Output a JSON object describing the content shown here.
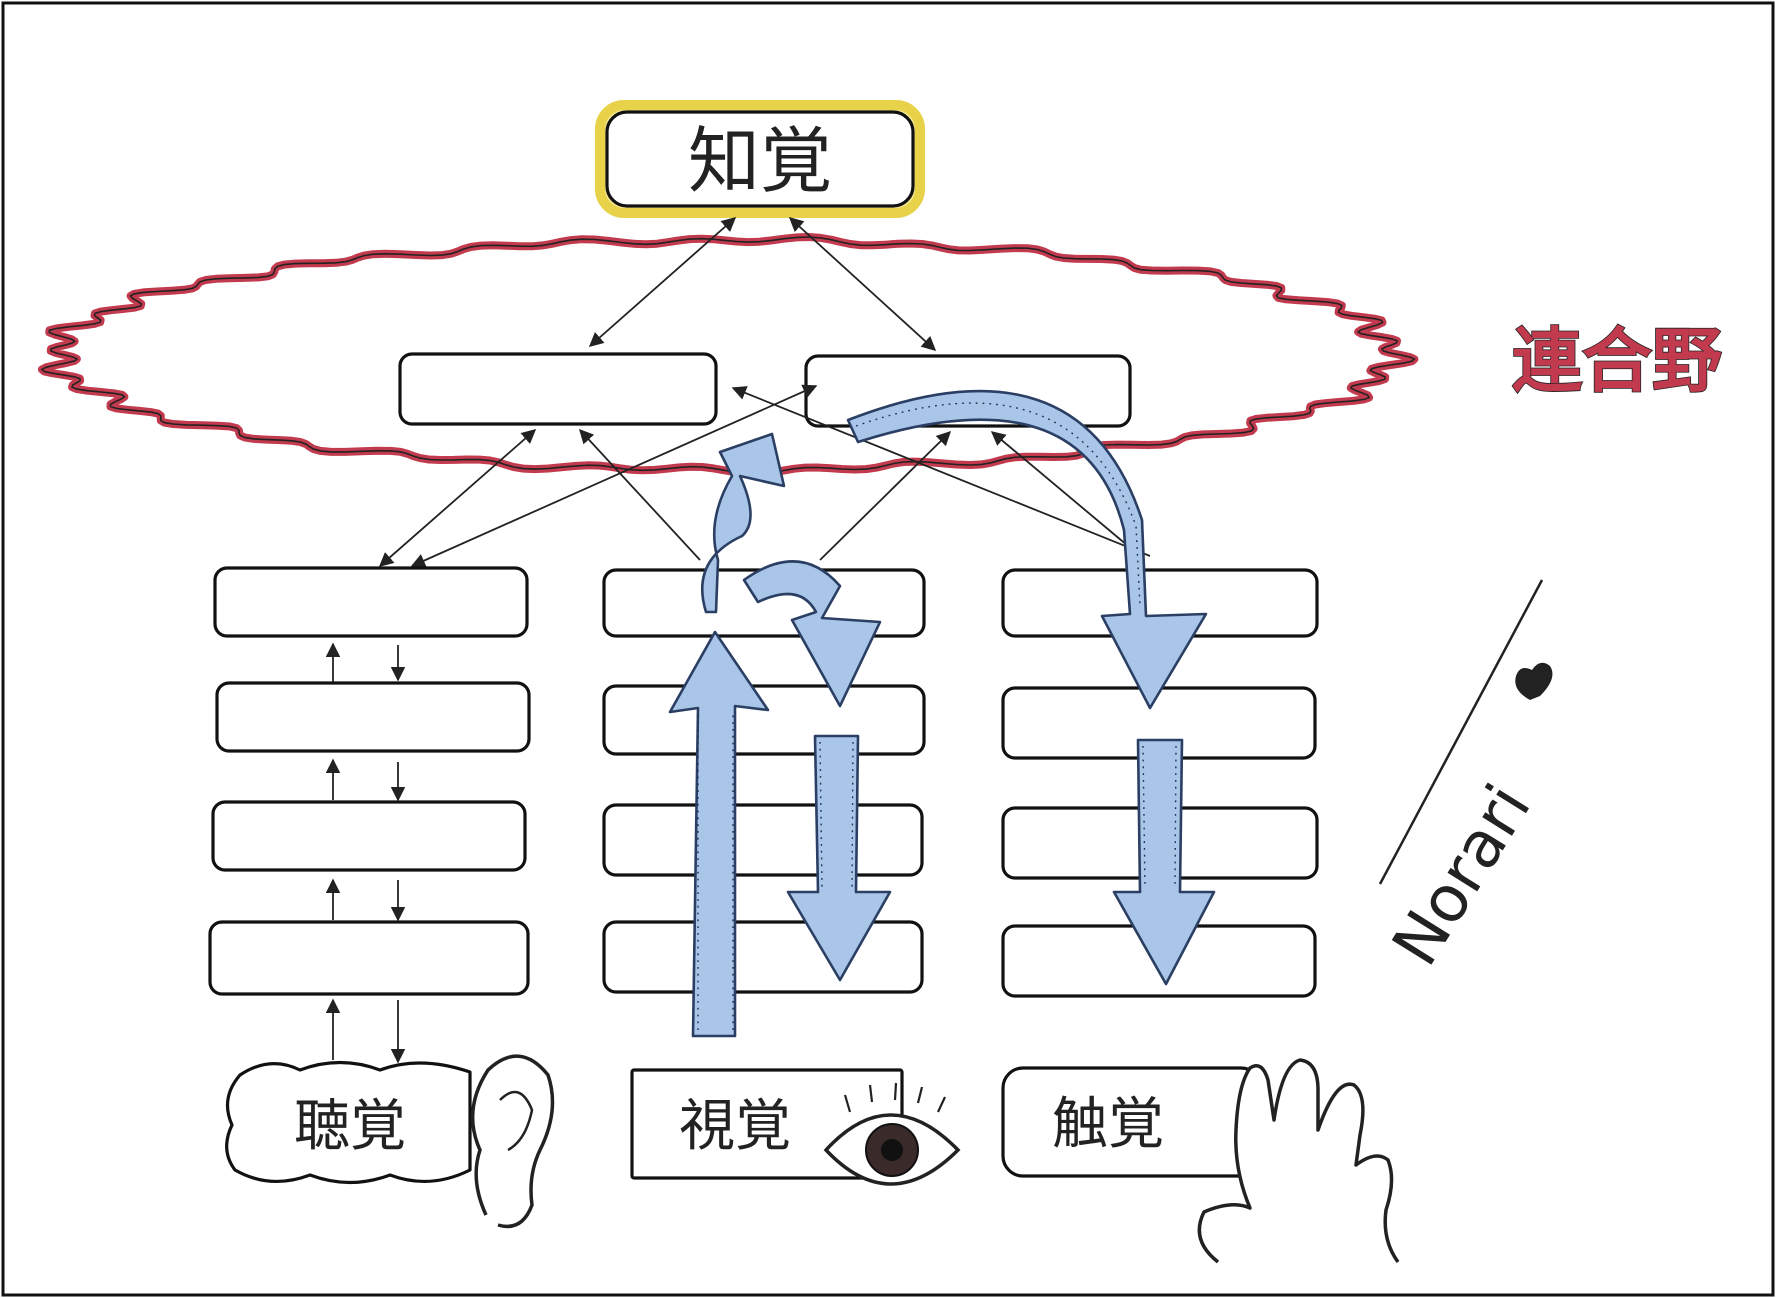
{
  "perception": {
    "label": "知覚"
  },
  "association_area": {
    "label": "連合野"
  },
  "senses": [
    {
      "key": "hearing",
      "label": "聴覚",
      "icon": "ear-icon"
    },
    {
      "key": "vision",
      "label": "視覚",
      "icon": "eye-icon"
    },
    {
      "key": "touch",
      "label": "触覚",
      "icon": "hand-icon"
    }
  ],
  "signature": {
    "text": "Norari"
  },
  "colors": {
    "perception_glow": "#f3e27a",
    "association_ring": "#c23a4d",
    "flow_arrow_fill": "#a9c6e8",
    "flow_arrow_outline": "#2a3f63",
    "heart": "#222222"
  }
}
